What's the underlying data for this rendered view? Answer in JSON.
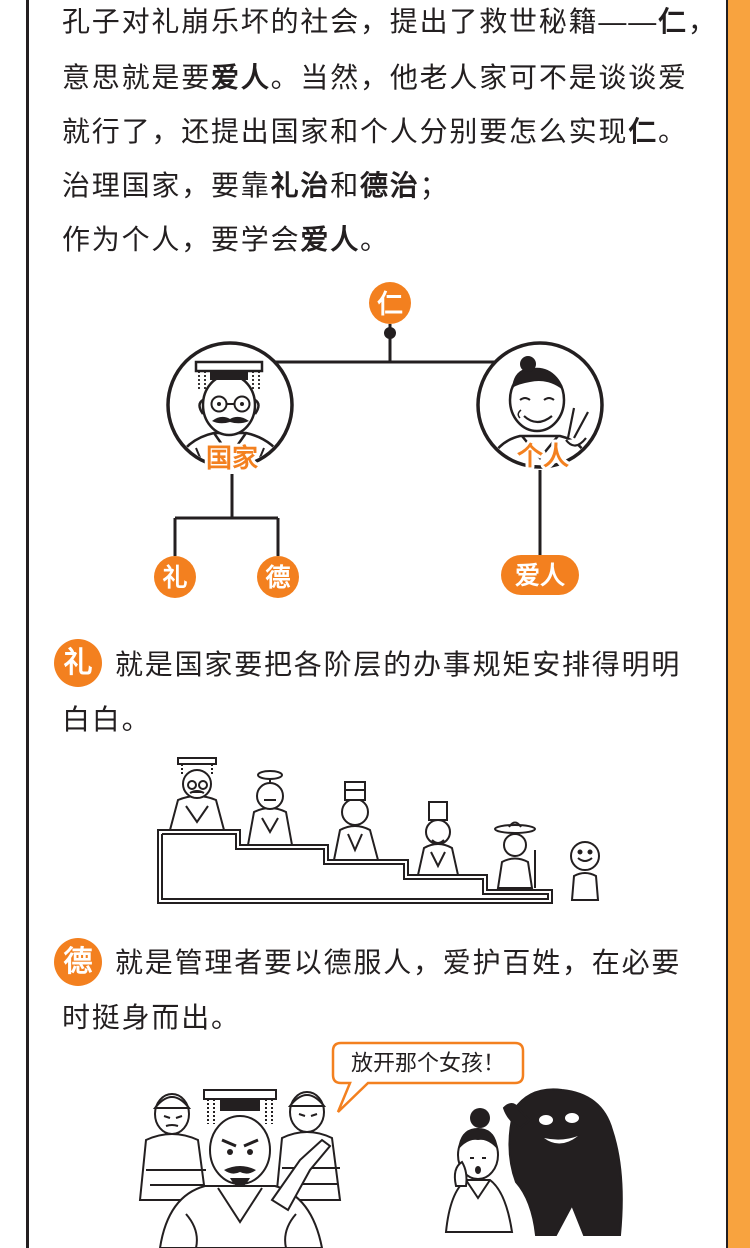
{
  "intro": {
    "lines": [
      [
        "孔子对礼崩乐坏的社会，提出了救世秘籍——",
        "仁",
        "，"
      ],
      [
        "意思就是要",
        "爱人",
        "。当然，他老人家可不是谈谈爱"
      ],
      [
        "就行了，还提出国家和个人分别要怎么实现",
        "仁",
        "。"
      ],
      [
        "治理国家，要靠",
        "礼治",
        "和",
        "德治",
        "；"
      ],
      [
        "作为个人，要学会",
        "爱人",
        "。"
      ]
    ]
  },
  "diagram": {
    "root": "仁",
    "state": {
      "label": "国家",
      "children": [
        "礼",
        "德"
      ]
    },
    "individual": {
      "label": "个人",
      "children": [
        "爱人"
      ]
    }
  },
  "sections": [
    {
      "badge": "礼",
      "lines": [
        "就是国家要把各阶层的办事规矩安排得明明",
        "白白。"
      ]
    },
    {
      "badge": "德",
      "lines": [
        "就是管理者要以德服人，爱护百姓，在必要",
        "时挺身而出。"
      ]
    }
  ],
  "speech_bubble": {
    "text": "放开那个女孩！"
  },
  "colors": {
    "accent": "#f3801f",
    "stripe": "#f8a33f",
    "ink": "#231f20"
  }
}
